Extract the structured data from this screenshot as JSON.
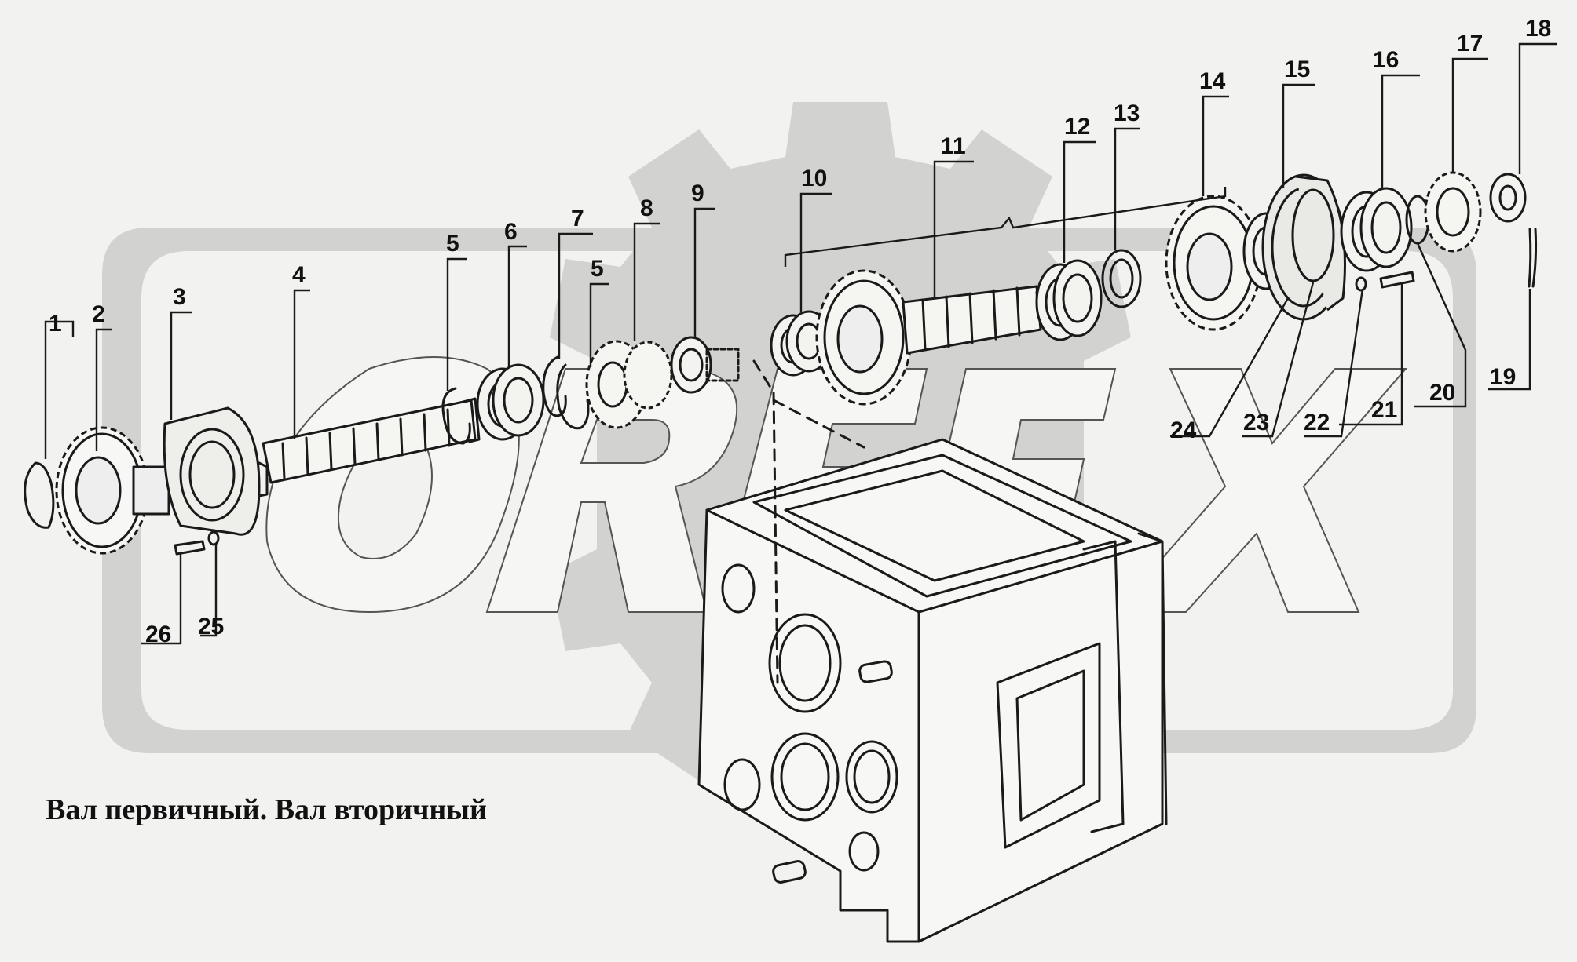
{
  "caption": "Вал первичный. Вал вторичный",
  "watermark": "ORFEX",
  "colors": {
    "background": "#f2f2f0",
    "watermark": "#d2d2d0",
    "ink": "#1a1a1a"
  },
  "callouts": [
    {
      "label": "1",
      "part": "ring"
    },
    {
      "label": "2",
      "part": "gear"
    },
    {
      "label": "3",
      "part": "bearing-cover"
    },
    {
      "label": "4",
      "part": "primary-shaft"
    },
    {
      "label": "5",
      "part": "snap-ring"
    },
    {
      "label": "6",
      "part": "bearing"
    },
    {
      "label": "7",
      "part": "snap-ring"
    },
    {
      "label": "5",
      "part": "snap-ring"
    },
    {
      "label": "8",
      "part": "gear"
    },
    {
      "label": "9",
      "part": "bearing"
    },
    {
      "label": "10",
      "part": "bearing"
    },
    {
      "label": "11",
      "part": "secondary-shaft"
    },
    {
      "label": "12",
      "part": "bearing"
    },
    {
      "label": "13",
      "part": "ring"
    },
    {
      "label": "14",
      "part": "gear"
    },
    {
      "label": "15",
      "part": "gear"
    },
    {
      "label": "16",
      "part": "bearing"
    },
    {
      "label": "17",
      "part": "gear"
    },
    {
      "label": "18",
      "part": "nut"
    },
    {
      "label": "19",
      "part": "cotter-pin"
    },
    {
      "label": "20",
      "part": "washer"
    },
    {
      "label": "21",
      "part": "bolt"
    },
    {
      "label": "22",
      "part": "washer"
    },
    {
      "label": "23",
      "part": "ring"
    },
    {
      "label": "24",
      "part": "bushing"
    },
    {
      "label": "25",
      "part": "washer"
    },
    {
      "label": "26",
      "part": "bolt"
    }
  ]
}
